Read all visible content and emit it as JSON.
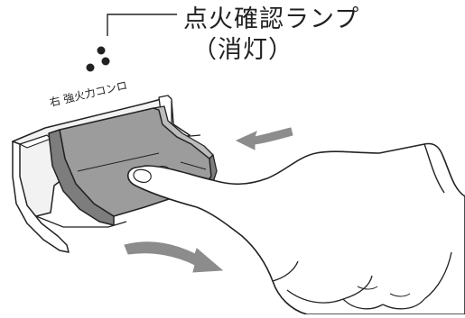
{
  "callout": {
    "title": "点火確認ランプ",
    "subtitle": "（消灯）"
  },
  "burner_label": "右 強火力コンロ",
  "colors": {
    "outline": "#222222",
    "knob_fill": "#9a9a9a",
    "knob_top": "#b8b8b8",
    "knob_side": "#7a7a7a",
    "lamp": "#222222",
    "arrow": "#8c8c8c",
    "stove_face": "#f4f4f4",
    "hand": "#ffffff"
  },
  "icons": [
    "indicator-lamp-icon",
    "push-arrow-icon",
    "rotate-arrow-icon",
    "hand-illustration"
  ]
}
